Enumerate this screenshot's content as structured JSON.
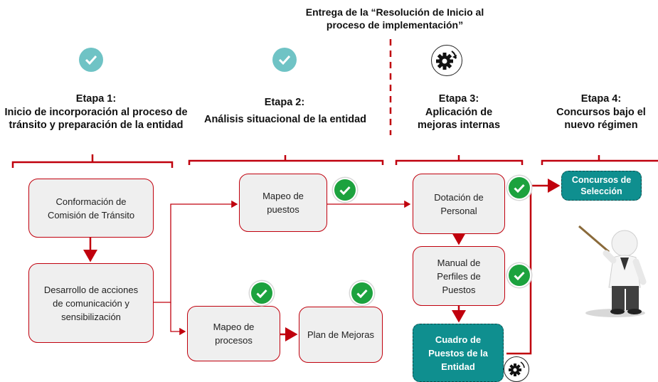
{
  "top_note": "Entrega de la “Resolución de Inicio al\nproceso de implementación”",
  "stages": [
    {
      "title": "Etapa 1:",
      "subtitle": "Inicio de incorporación al proceso de\ntránsito y preparación de la entidad",
      "status_icon": "check-circle-soft-icon"
    },
    {
      "title": "Etapa 2:",
      "subtitle": "Análisis situacional de la entidad",
      "status_icon": "check-circle-soft-icon"
    },
    {
      "title": "Etapa 3:",
      "subtitle": "Aplicación de\nmejoras internas",
      "status_icon": "gear-refresh-icon"
    },
    {
      "title": "Etapa 4:",
      "subtitle": "Concursos bajo el\nnuevo régimen"
    }
  ],
  "boxes": {
    "conformacion": "Conformación de\nComisión de Tránsito",
    "desarrollo": "Desarrollo de acciones\nde comunicación y\nsensibilización",
    "mapeo_puestos": "Mapeo de\npuestos",
    "mapeo_procesos": "Mapeo de\nprocesos",
    "plan_mejoras": "Plan de Mejoras",
    "dotacion": "Dotación de\nPersonal",
    "manual": "Manual de\nPerfiles de\nPuestos",
    "cuadro": "Cuadro de\nPuestos de la\nEntidad",
    "concursos": "Concursos de\nSelección"
  },
  "colors": {
    "line": "#c0000d",
    "teal": "#0f8f8f",
    "check": "#1ca23e",
    "check_soft": "#6fc3c5"
  },
  "icons": [
    "check-circle-icon",
    "gear-refresh-icon",
    "presenter-figure-icon"
  ]
}
